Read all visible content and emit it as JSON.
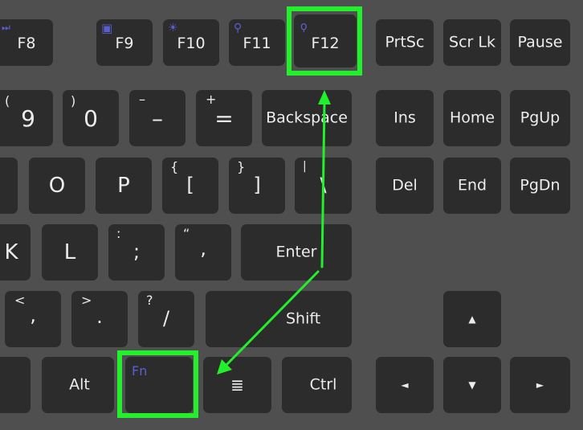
{
  "colors": {
    "key": "#2c2c2c",
    "background": "#4f4f4f",
    "text": "#ececec",
    "fn_text": "#5a5fd0",
    "highlight": "#22f02c"
  },
  "row_function": [
    {
      "id": "f8",
      "label": "F8",
      "icon": "fast-forward-icon"
    },
    {
      "id": "f9",
      "label": "F9",
      "icon": "monitor-icon"
    },
    {
      "id": "f10",
      "label": "F10",
      "icon": "brightness-icon"
    },
    {
      "id": "f11",
      "label": "F11",
      "icon": "search-icon"
    },
    {
      "id": "f12",
      "label": "F12",
      "icon": "wrench-icon"
    },
    {
      "id": "prtsc",
      "label": "PrtSc"
    },
    {
      "id": "scrlk",
      "label": "Scr Lk"
    },
    {
      "id": "pause",
      "label": "Pause"
    }
  ],
  "row_number": [
    {
      "id": "9",
      "label": "9",
      "shift": "("
    },
    {
      "id": "0",
      "label": "0",
      "shift": ")"
    },
    {
      "id": "minus",
      "label": "–",
      "shift": "–"
    },
    {
      "id": "equals",
      "label": "=",
      "shift": "+"
    },
    {
      "id": "backspace",
      "label": "Backspace"
    },
    {
      "id": "ins",
      "label": "Ins"
    },
    {
      "id": "home",
      "label": "Home"
    },
    {
      "id": "pgup",
      "label": "PgUp"
    }
  ],
  "row_upper": [
    {
      "id": "i",
      "label": ""
    },
    {
      "id": "o",
      "label": "O"
    },
    {
      "id": "p",
      "label": "P"
    },
    {
      "id": "lbracket",
      "label": "[",
      "shift": "{"
    },
    {
      "id": "rbracket",
      "label": "]",
      "shift": "}"
    },
    {
      "id": "backslash",
      "label": "\\",
      "shift": "|"
    },
    {
      "id": "del",
      "label": "Del"
    },
    {
      "id": "end",
      "label": "End"
    },
    {
      "id": "pgdn",
      "label": "PgDn"
    }
  ],
  "row_home": [
    {
      "id": "k",
      "label": "K"
    },
    {
      "id": "l",
      "label": "L"
    },
    {
      "id": "semicolon",
      "label": ";",
      "shift": ":"
    },
    {
      "id": "quote",
      "label": "‚",
      "shift": "“"
    },
    {
      "id": "enter",
      "label": "Enter"
    }
  ],
  "row_shift": [
    {
      "id": "m",
      "label": ""
    },
    {
      "id": "comma",
      "label": "‚",
      "shift": "<"
    },
    {
      "id": "period",
      "label": ".",
      "shift": ">"
    },
    {
      "id": "slash",
      "label": "/",
      "shift": "?"
    },
    {
      "id": "shift",
      "label": "Shift"
    },
    {
      "id": "up",
      "label": "▲"
    }
  ],
  "row_bottom": [
    {
      "id": "space",
      "label": ""
    },
    {
      "id": "alt",
      "label": "Alt"
    },
    {
      "id": "fn",
      "label": "Fn"
    },
    {
      "id": "menu",
      "label": "≣",
      "icon": "menu-icon"
    },
    {
      "id": "ctrl",
      "label": "Ctrl"
    },
    {
      "id": "left",
      "label": "◄"
    },
    {
      "id": "down",
      "label": "▼"
    },
    {
      "id": "right",
      "label": "►"
    }
  ]
}
